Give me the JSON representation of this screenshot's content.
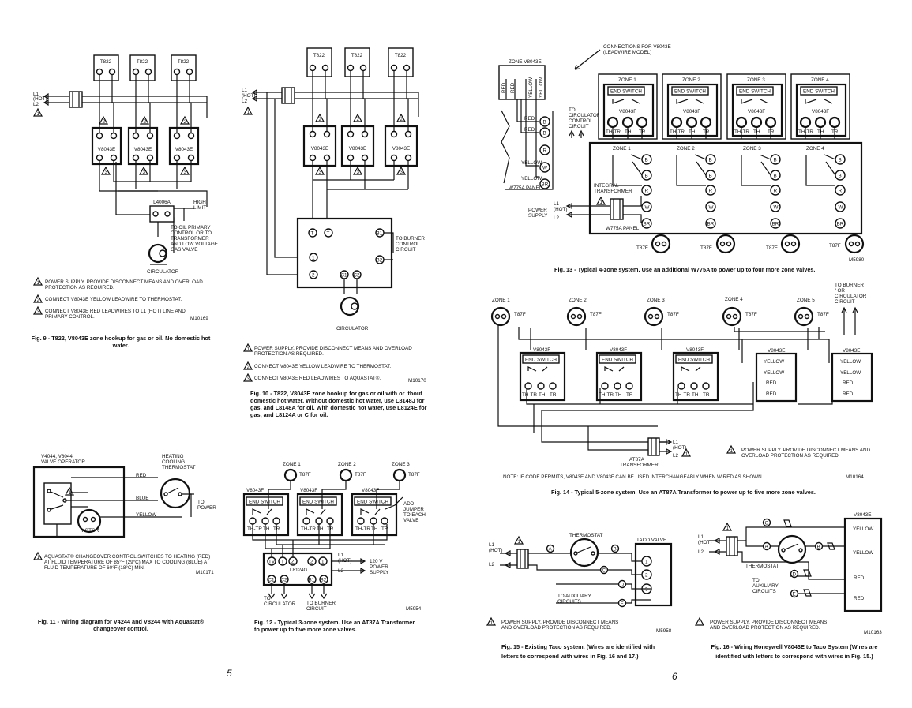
{
  "pages": {
    "left": "5",
    "right": "6"
  },
  "fig9": {
    "thermostat": "T822",
    "valve": "V8043E",
    "l1": "L1",
    "hot": "(HOT)",
    "l2": "L2",
    "relay": "L4006A",
    "high_limit": [
      "HIGH",
      "LIMIT"
    ],
    "oil_note": [
      "TO OIL PRIMARY",
      "CONTROL OR TO",
      "TRANSFORMER",
      "AND LOW VOLTAGE",
      "GAS VALVE"
    ],
    "circulator": "CIRCULATOR",
    "notes": [
      {
        "n": "1",
        "lines": [
          "POWER SUPPLY. PROVIDE DISCONNECT MEANS AND OVERLOAD",
          "PROTECTION AS REQUIRED."
        ]
      },
      {
        "n": "2",
        "lines": [
          "CONNECT V8043E YELLOW LEADWIRE TO THERMOSTAT."
        ]
      },
      {
        "n": "3",
        "lines": [
          "CONNECT V8043E RED LEADWIRES TO L1 (HOT) LINE AND",
          "PRIMARY CONTROL."
        ]
      }
    ],
    "code": "M10169",
    "caption": [
      "Fig. 9 - T822, V8043E zone hookup for gas or oil. No domestic hot",
      "water."
    ]
  },
  "fig10": {
    "t": "T",
    "burner": [
      "TO BURNER",
      "CONTROL",
      "CIRCUIT"
    ],
    "terms": [
      "B1",
      "B2",
      "C1",
      "C2",
      "1",
      "2"
    ],
    "circulator": "CIRCULATOR",
    "notes": [
      {
        "n": "1",
        "lines": [
          "POWER SUPPLY. PROVIDE DISCONNECT MEANS AND OVERLOAD",
          "PROTECTION AS REQUIRED."
        ]
      },
      {
        "n": "2",
        "lines": [
          "CONNECT V8043E YELLOW LEADWIRE TO THERMOSTAT."
        ]
      },
      {
        "n": "3",
        "lines": [
          "CONNECT V8043E RED LEADWIRES TO AQUASTAT®."
        ]
      }
    ],
    "code": "M10170",
    "caption": [
      "Fig. 10 - T822, V8043E zone hookup for gas or oil with or ithout",
      "domestic hot water. Without domestic hot water, use L8148J for",
      "gas, and L8148A for oil. With domestic hot water, use L8124E for",
      "gas, and L8124A or C for oil."
    ]
  },
  "fig11": {
    "operator": [
      "V4044, V8044",
      "VALVE OPERATOR"
    ],
    "thermostat": [
      "HEATING",
      "COOLING",
      "THERMOSTAT"
    ],
    "red": "RED",
    "blue": "BLUE",
    "yellow": "YELLOW",
    "power": [
      "TO",
      "POWER"
    ],
    "motor": "MOTOR",
    "note": [
      "AQUASTAT® CHANGEOVER CONTROL SWITCHES TO HEATING (RED)",
      "AT FLUID TEMPERATURE OF 85°F (29°C) MAX TO COOLING (BLUE) AT",
      "FLUID TEMPERATURE OF 60°F (18°C) MIN."
    ],
    "code": "M10171",
    "caption": [
      "Fig. 11 - Wiring diagram for V4244 and V8244 with Aquastat®",
      "changeover control."
    ]
  },
  "fig12": {
    "zones": [
      "ZONE 1",
      "ZONE 2",
      "ZONE 3"
    ],
    "t87f": "T87F",
    "valve": "V8043F",
    "end_switch": "END SWITCH",
    "terms": [
      "TH-TR",
      "TH",
      "TR"
    ],
    "jumper": [
      "ADD",
      "JUMPER",
      "TO EACH",
      "VALVE"
    ],
    "relay": "L8124G",
    "relay_terms": [
      "TV",
      "T",
      "Z",
      "2",
      "1",
      "C1",
      "C2",
      "B1",
      "B2"
    ],
    "l1": "L1",
    "hot": "(HOT)",
    "l2": "L2",
    "power": [
      "120 V",
      "POWER",
      "SUPPLY"
    ],
    "circ": [
      "TO",
      "CIRCULATOR"
    ],
    "burner": [
      "TO BURNER",
      "CIRCUIT"
    ],
    "code": "M5954",
    "caption": [
      "Fig. 12 - Typical 3-zone system. Use an AT87A Transformer",
      "to power up to five more zone valves."
    ]
  },
  "fig13": {
    "connections": [
      "CONNECTIONS FOR V8043E",
      "(LEADWIRE MODEL)"
    ],
    "zone_v": "ZONE V8043E",
    "lead_labels": [
      "RED",
      "RED",
      "YELLOW",
      "YELLOW"
    ],
    "wires": [
      "RED",
      "RED",
      "YELLOW",
      "YELLOW"
    ],
    "terms": [
      "B",
      "B",
      "R",
      "W",
      "BR"
    ],
    "panel": "W775A PANEL",
    "zones": [
      "ZONE 1",
      "ZONE 2",
      "ZONE 3",
      "ZONE 4"
    ],
    "end_switch": "END SWITCH",
    "valve": "V8043F",
    "vterms": [
      "TH-TR",
      "TH",
      "TR"
    ],
    "circ": [
      "TO",
      "CIRCULATOR",
      "CONTROL",
      "CIRCUIT"
    ],
    "transformer": [
      "INTEGRAL",
      "TRANSFORMER"
    ],
    "power_supply": [
      "POWER",
      "SUPPLY"
    ],
    "l1": "L1",
    "hot": "(HOT)",
    "l2": "L2",
    "t87f": "T87F",
    "code": "M5980",
    "caption": "Fig. 13 - Typical 4-zone system. Use an additional W775A to  power up to four more zone valves."
  },
  "fig14": {
    "zones": [
      "ZONE 1",
      "ZONE 2",
      "ZONE 3",
      "ZONE 4",
      "ZONE 5"
    ],
    "t87f": "T87F",
    "burner": [
      "TO BURNER",
      "/ OR",
      "CIRCULATOR",
      "CIRCUIT"
    ],
    "valve_f": "V8043F",
    "valve_e": "V8043E",
    "end_switch": "END SWITCH",
    "terms": [
      "TH-TR",
      "TH",
      "TR"
    ],
    "leads": [
      "YELLOW",
      "YELLOW",
      "RED",
      "RED"
    ],
    "l1": "L1",
    "hot": "(HOT)",
    "l2": "L2",
    "transformer": [
      "AT87A",
      "TRANSFORMER"
    ],
    "warn": [
      "POWER SUPPLY. PROVIDE DISCONNECT MEANS AND",
      "OVERLOAD PROTECTION AS REQUIRED."
    ],
    "note": "NOTE:  IF CODE PERMITS, V8043E AND V8043F CAN BE USED INTERCHANGEABLY WHEN WIRED AS SHOWN.",
    "code": "M10164",
    "caption": "Fig. 14 - Typical 5-zone system. Use an AT87A Transformer to power up to five more zone valves."
  },
  "fig15": {
    "thermostat": "THERMOSTAT",
    "taco": "TACO  VALVE",
    "l1": "L1",
    "hot": "(HOT)",
    "l2": "L2",
    "letters": [
      "A",
      "B",
      "C",
      "D",
      "E"
    ],
    "terms": [
      "1",
      "2",
      "3"
    ],
    "aux": [
      "TO AUXILIARY",
      "CIRCUITS"
    ],
    "warn": [
      "POWER SUPPLY. PROVIDE DISCONNECT MEANS",
      "AND OVERLOAD PROTECTION AS REQUIRED."
    ],
    "code": "M5958",
    "caption": [
      "Fig. 15 - Existing Taco system. (Wires are identified with",
      "letters to correspond with wires in Fig. 16 and 17.)"
    ]
  },
  "fig16": {
    "valve": "V8043E",
    "leads": [
      "YELLOW",
      "YELLOW",
      "RED",
      "RED"
    ],
    "l1": "L1",
    "hot": "(HOT)",
    "l2": "L2",
    "letters": [
      "C",
      "A",
      "B",
      "D",
      "E"
    ],
    "thermostat": "THERMOSTAT",
    "aux": [
      "TO",
      "AUXILIARY",
      "CIRCUITS"
    ],
    "warn": [
      "POWER SUPPLY. PROVIDE DISCONNECT MEANS",
      "AND OVERLOAD PROTECTION AS REQUIRED."
    ],
    "code": "M10163",
    "caption": [
      "Fig. 16 - Wiring  Honeywell V8043E to Taco System (Wires are",
      "identified with letters to correspond with wires in Fig. 15.)"
    ]
  }
}
